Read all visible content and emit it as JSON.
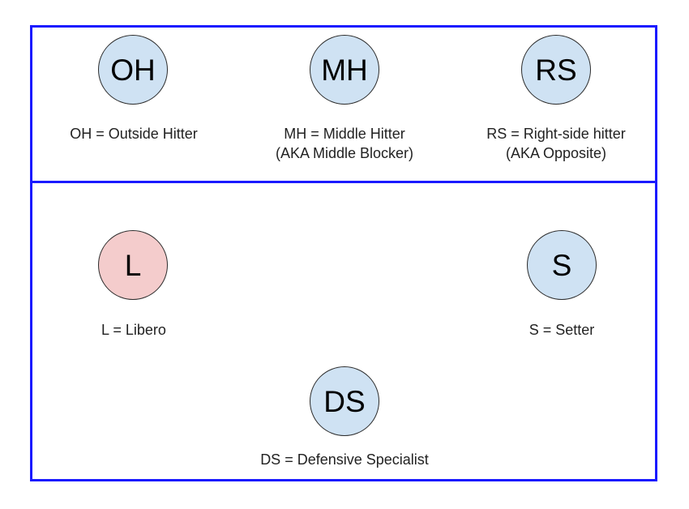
{
  "colors": {
    "court_line": "#1a1aff",
    "player_fill": "#cfe2f3",
    "libero_fill": "#f4cccc"
  },
  "positions": {
    "oh": {
      "abbr": "OH",
      "line1": "OH = Outside Hitter",
      "line2": ""
    },
    "mh": {
      "abbr": "MH",
      "line1": "MH = Middle Hitter",
      "line2": "(AKA Middle Blocker)"
    },
    "rs": {
      "abbr": "RS",
      "line1": "RS = Right-side hitter",
      "line2": "(AKA Opposite)"
    },
    "l": {
      "abbr": "L",
      "line1": "L = Libero",
      "line2": ""
    },
    "s": {
      "abbr": "S",
      "line1": "S = Setter",
      "line2": ""
    },
    "ds": {
      "abbr": "DS",
      "line1": "DS = Defensive Specialist",
      "line2": ""
    }
  }
}
